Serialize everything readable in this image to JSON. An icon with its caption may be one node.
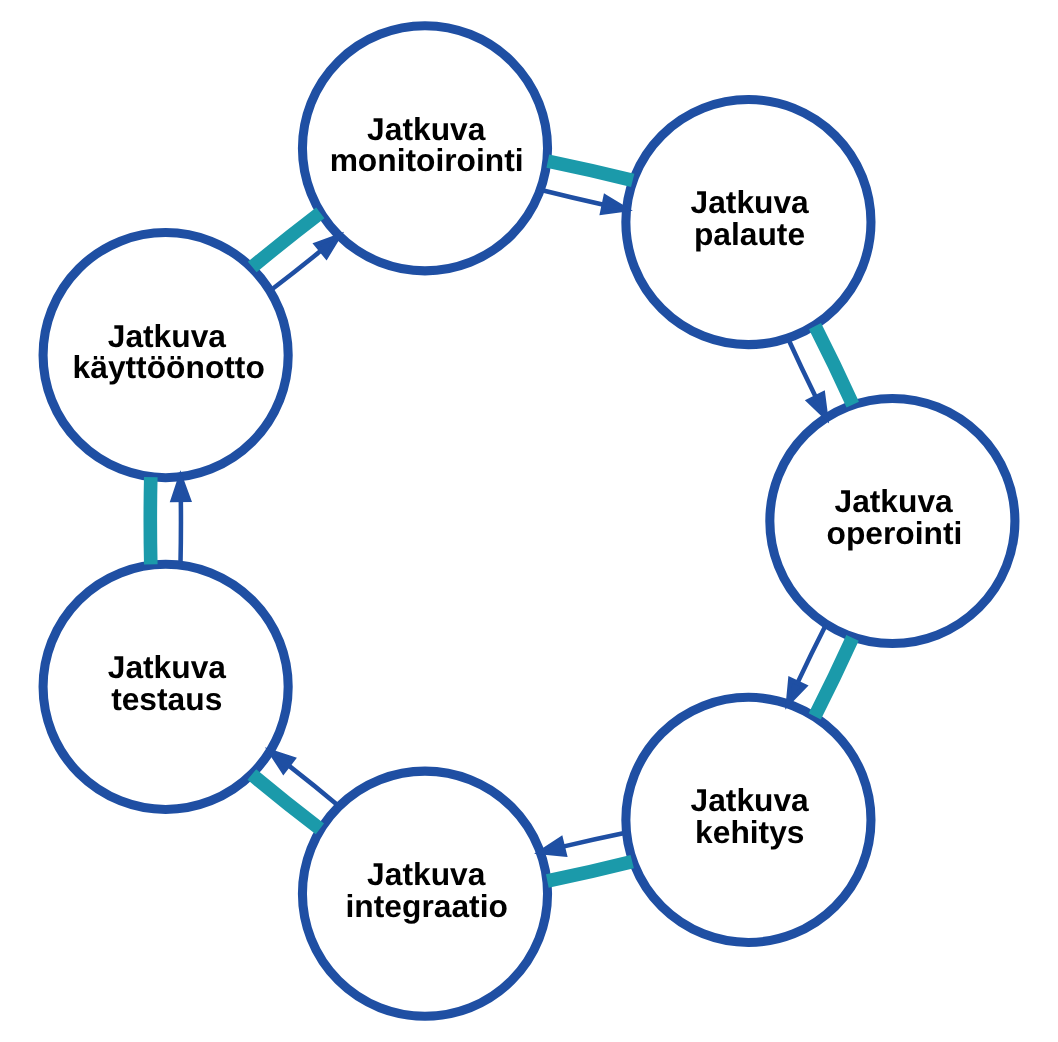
{
  "diagram": {
    "nodes": [
      {
        "text": [
          "Jatkuva kehitys"
        ]
      },
      {
        "text": [
          "Jatkuva operointi"
        ]
      },
      {
        "text": [
          "Jatkuva integraatio"
        ]
      },
      {
        "text": [
          "Jatkuva palaute"
        ]
      },
      {
        "text": [
          "Jatkuva testaus"
        ]
      },
      {
        "text": [
          "Jatkuva monitoirointi"
        ]
      },
      {
        "text": [
          "Jatkuva käyttöönotto"
        ]
      }
    ],
    "edges": [
      {
        "from": 1,
        "to": 0,
        "arrow": "none",
        "style": "thick",
        "color": "#1b9aaa"
      },
      {
        "from": 0,
        "to": 2,
        "arrow": "none",
        "style": "thick",
        "color": "#1b9aaa"
      },
      {
        "from": 2,
        "to": 4,
        "arrow": "none",
        "style": "thick",
        "color": "#1b9aaa"
      },
      {
        "from": 4,
        "to": 6,
        "arrow": "none",
        "style": "thick",
        "color": "#1b9aaa"
      },
      {
        "from": 6,
        "to": 5,
        "arrow": "none",
        "style": "thick",
        "color": "#1b9aaa"
      },
      {
        "from": 5,
        "to": 3,
        "arrow": "none",
        "style": "thick",
        "color": "#1b9aaa"
      },
      {
        "from": 3,
        "to": 1,
        "arrow": "none",
        "style": "thick",
        "color": "#1b9aaa"
      },
      {
        "from": 1,
        "to": 0,
        "arrow": "to"
      },
      {
        "from": 0,
        "to": 2,
        "arrow": "to"
      },
      {
        "from": 2,
        "to": 4,
        "arrow": "to"
      },
      {
        "from": 4,
        "to": 6,
        "arrow": "to"
      },
      {
        "from": 6,
        "to": 5,
        "arrow": "to"
      },
      {
        "from": 5,
        "to": 3,
        "arrow": "to"
      },
      {
        "from": 3,
        "to": 1,
        "arrow": "to"
      }
    ]
  }
}
